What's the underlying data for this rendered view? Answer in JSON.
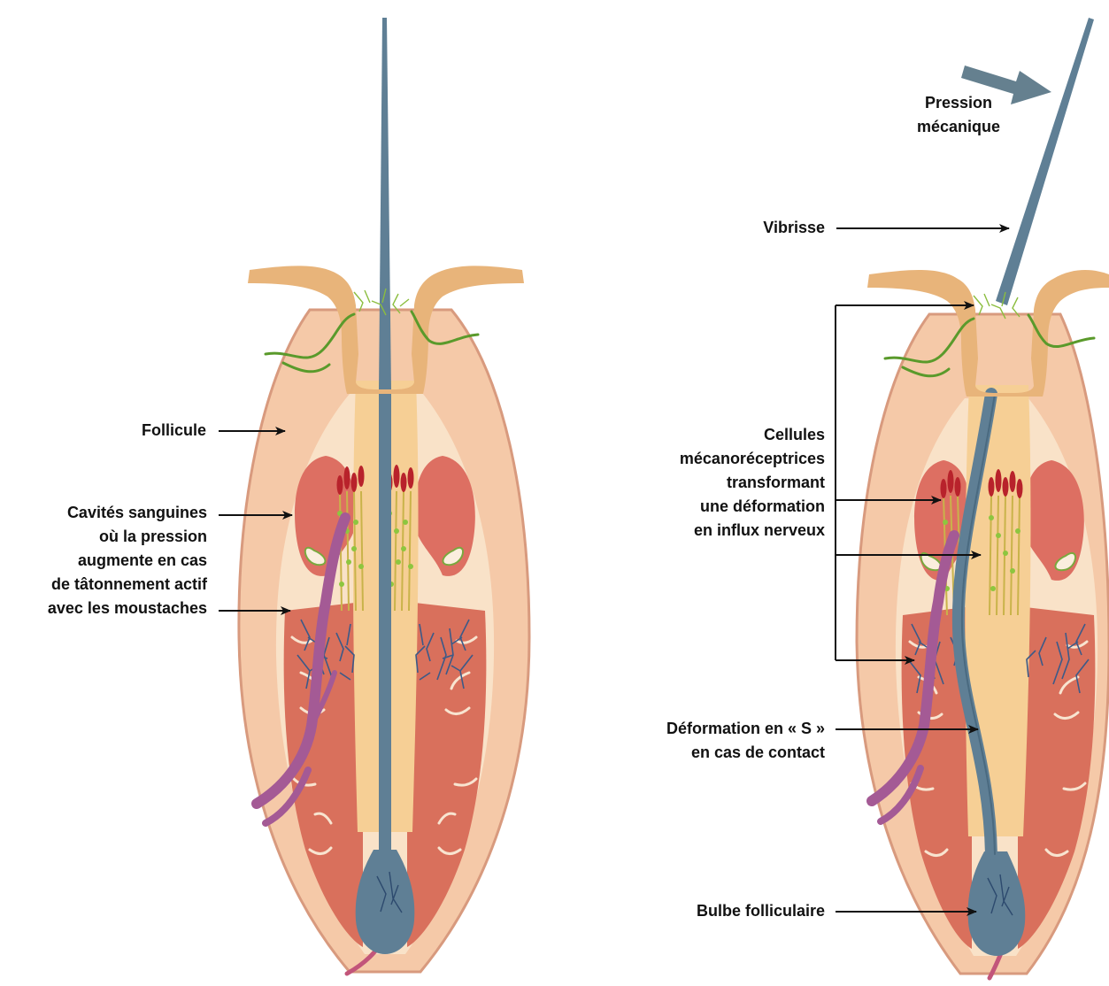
{
  "colors": {
    "follicle_outer": "#f5c9a8",
    "follicle_edge": "#d89a7e",
    "capsule_inner": "#f9e2c8",
    "core": "#f6cf95",
    "hair": "#5f7f95",
    "blood": "#dd6f62",
    "blood_light": "#eea08e",
    "lower_tissue": "#d9705c",
    "skin": "#e8b47a",
    "nerve_green": "#5a9a2b",
    "receptor_red": "#b8222b",
    "vessel_purple": "#a45a95",
    "nerve_pink": "#c2557a",
    "capillary_blue": "#3c5a88",
    "arrow": "#111111",
    "pressure_arrow": "#65808f"
  },
  "labels": {
    "follicule": "Follicule",
    "cavites": [
      "Cavités sanguines",
      "où la pression",
      "augmente en cas",
      "de tâtonnement actif",
      "avec les moustaches"
    ],
    "pression": [
      "Pression",
      "mécanique"
    ],
    "vibrisse": "Vibrisse",
    "cellules": [
      "Cellules",
      "mécanoréceptrices",
      "transformant",
      "une déformation",
      "en influx nerveux"
    ],
    "deformation": [
      "Déformation en « S »",
      "en cas de contact"
    ],
    "bulbe": "Bulbe folliculaire"
  },
  "icons": {
    "pointer_arrow": "black-right-arrow-icon",
    "pressure_arrow": "grey-thick-arrow-icon"
  }
}
